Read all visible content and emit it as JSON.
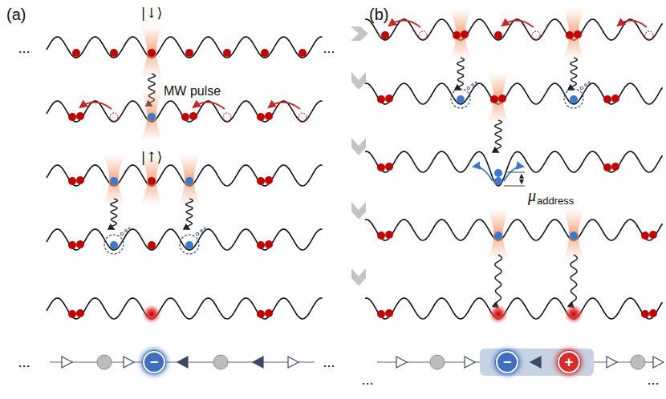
{
  "diagram": {
    "nodes": [
      {
        "text": [
          "−"
        ]
      },
      {
        "text": [
          "−"
        ]
      },
      {
        "text": [
          "+"
        ]
      }
    ],
    "labels": [
      "(a)",
      "(b)",
      "...",
      "...",
      "|↓⟩",
      "MW pulse",
      "|↑⟩",
      "...",
      "...",
      "μ",
      "address",
      "...",
      "..."
    ]
  }
}
